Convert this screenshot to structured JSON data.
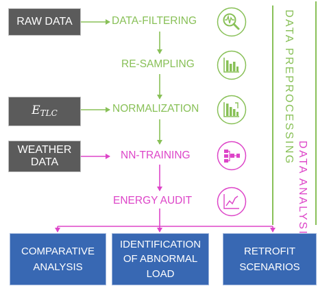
{
  "inputs": {
    "raw_data": "RAW DATA",
    "e_tlc_base": "E",
    "e_tlc_sub": "TLC",
    "weather_line1": "WEATHER",
    "weather_line2": "DATA"
  },
  "steps": {
    "data_filtering": "DATA-FILTERING",
    "re_sampling": "RE-SAMPLING",
    "normalization": "NORMALIZATION",
    "nn_training": "NN-TRAINING",
    "energy_audit": "ENERGY AUDIT"
  },
  "side_labels": {
    "data_preprocessing": "DATA PREPROCESSING",
    "data_analysis": "DATA ANALYSIS"
  },
  "outputs": {
    "comparative_line1": "COMPARATIVE",
    "comparative_line2": "ANALYSIS",
    "identification_line1": "IDENTIFICATION",
    "identification_line2": "OF ABNORMAL",
    "identification_line3": "LOAD",
    "retrofit_line1": "RETROFIT",
    "retrofit_line2": "SCENARIOS"
  },
  "icons": [
    "magnifier-waveform-icon",
    "bar-chart-icon",
    "bar-chart-bracket-icon",
    "network-nodes-icon",
    "line-chart-icon"
  ],
  "colors": {
    "preprocessing_green": "#88c057",
    "analysis_pink": "#dd45c8",
    "input_grey": "#5b5b5b",
    "output_blue": "#3868b3"
  }
}
